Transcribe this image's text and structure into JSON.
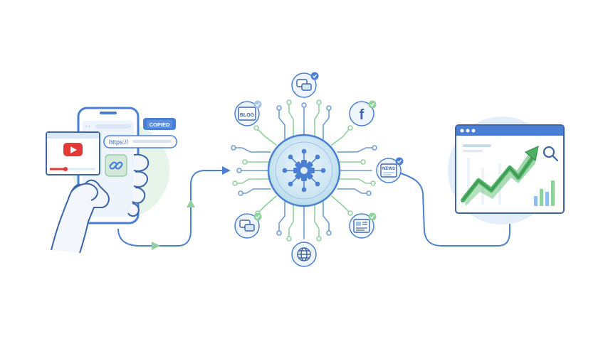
{
  "phone": {
    "url_text": "https://",
    "copied_badge": "COPIED"
  },
  "hub": {
    "satellites": {
      "blog_label": "BLOG",
      "facebook_letter": "f",
      "news_label": "NEWS"
    }
  },
  "icons": {
    "video": "video-play-icon",
    "link": "link-icon",
    "gear": "gear-icon",
    "chat": "chat-bubbles-icon",
    "globe": "globe-icon",
    "search": "magnifier-icon",
    "trend": "trend-up-icon"
  },
  "colors": {
    "primary_blue": "#4a7fd4",
    "light_blue": "#dbe8f8",
    "soft_green": "#8fd19e",
    "accent_green": "#5cb85c",
    "youtube_red": "#e53935",
    "outline": "#3d64a8"
  }
}
